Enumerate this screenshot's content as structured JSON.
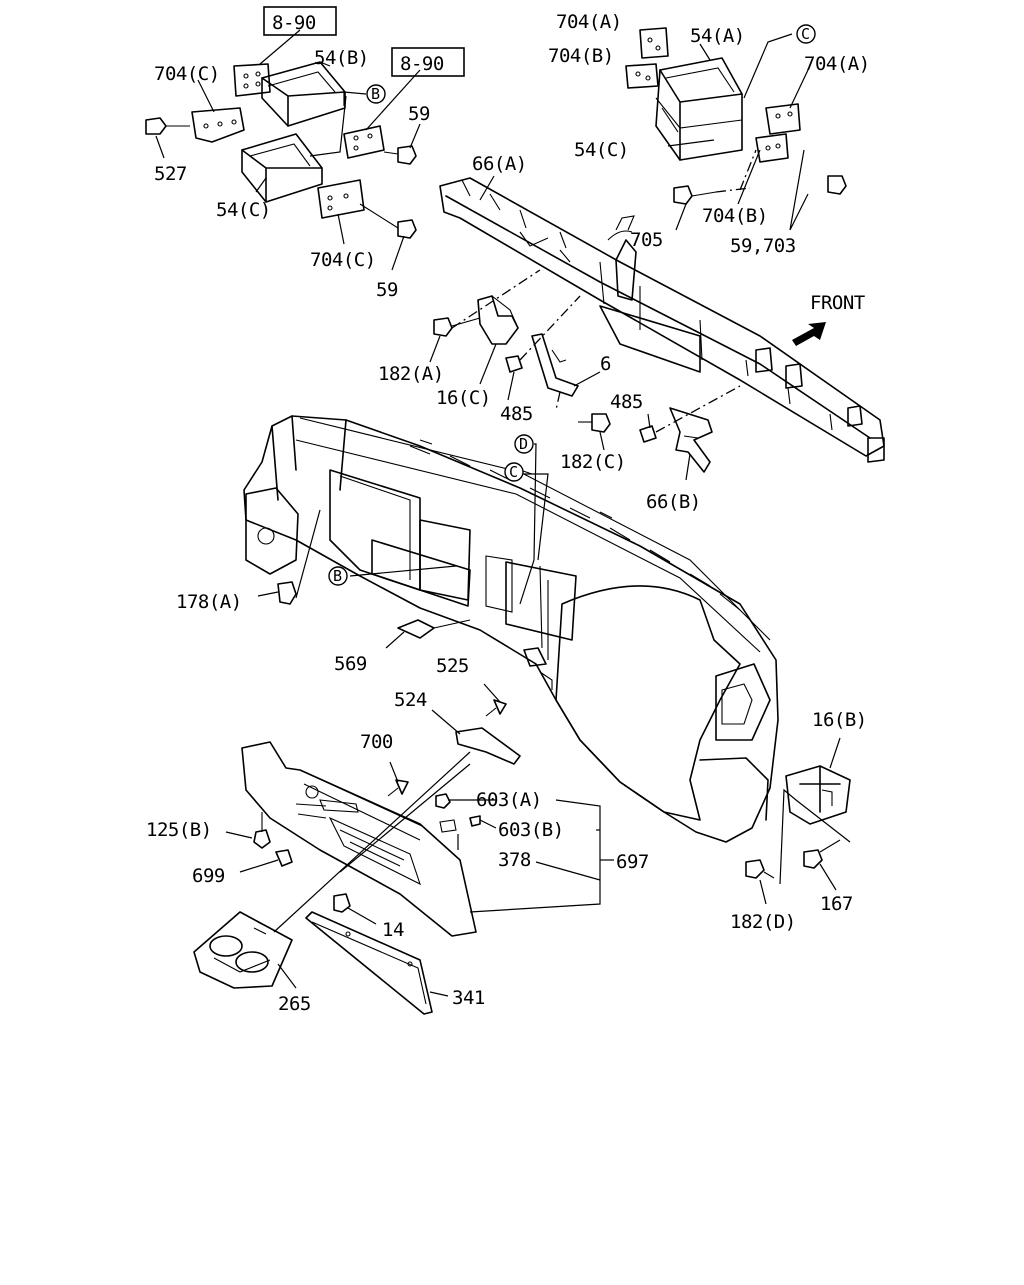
{
  "diagram": {
    "ref_boxes": [
      "8-90",
      "8-90"
    ],
    "front_label": "FRONT",
    "circle_markers": [
      "B",
      "C",
      "D",
      "C",
      "B"
    ],
    "callouts": {
      "c_704c_top": "704(C)",
      "c_54b": "54(B)",
      "c_527": "527",
      "c_54c_left": "54(C)",
      "c_59_top": "59",
      "c_704c_bottom": "704(C)",
      "c_59_bottom": "59",
      "c_704a_top": "704(A)",
      "c_704b_top": "704(B)",
      "c_54a": "54(A)",
      "c_704a_right": "704(A)",
      "c_54c_right": "54(C)",
      "c_66a": "66(A)",
      "c_705": "705",
      "c_704b_right": "704(B)",
      "c_59_703": "59,703",
      "c_182a": "182(A)",
      "c_16c": "16(C)",
      "c_485_left": "485",
      "c_6": "6",
      "c_485_right": "485",
      "c_182c": "182(C)",
      "c_66b": "66(B)",
      "c_178a": "178(A)",
      "c_569": "569",
      "c_525": "525",
      "c_524": "524",
      "c_700": "700",
      "c_603a": "603(A)",
      "c_603b": "603(B)",
      "c_125b": "125(B)",
      "c_378": "378",
      "c_697": "697",
      "c_699": "699",
      "c_14": "14",
      "c_265": "265",
      "c_341": "341",
      "c_16b": "16(B)",
      "c_182d": "182(D)",
      "c_167": "167"
    }
  }
}
